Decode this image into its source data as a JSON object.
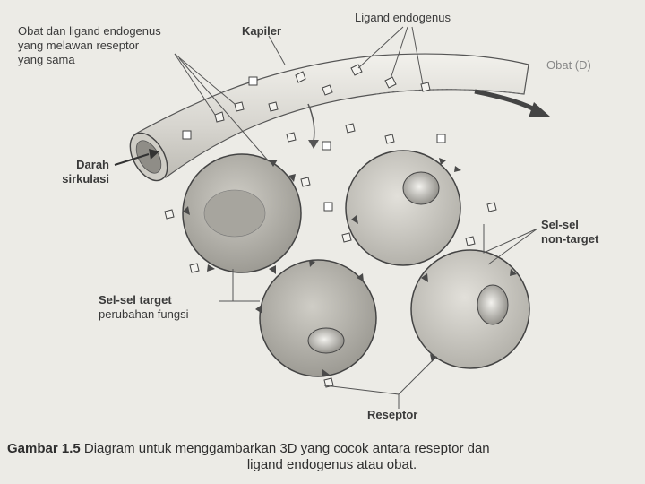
{
  "labels": {
    "competing_line1": "Obat dan ligand endogenus",
    "competing_line2": "yang melawan reseptor",
    "competing_line3": "yang sama",
    "capillary": "Kapiler",
    "endogenous_ligand": "Ligand endogenus",
    "drug": "Obat (D)",
    "blood_line1": "Darah",
    "blood_line2": "sirkulasi",
    "nontarget_line1": "Sel-sel",
    "nontarget_line2": "non-target",
    "target_line1": "Sel-sel target",
    "target_line2": "perubahan fungsi",
    "receptor": "Reseptor",
    "drug_marker": "D"
  },
  "caption": {
    "number": "Gambar 1.5",
    "text_line1": "Diagram untuk menggambarkan 3D yang cocok antara reseptor dan",
    "text_line2": "ligand endogenus atau obat."
  },
  "colors": {
    "background": "#ecebe6",
    "ink": "#3a3a3a",
    "cell_fill": "#b9b7b0",
    "receptor": "#4a4a4a"
  }
}
